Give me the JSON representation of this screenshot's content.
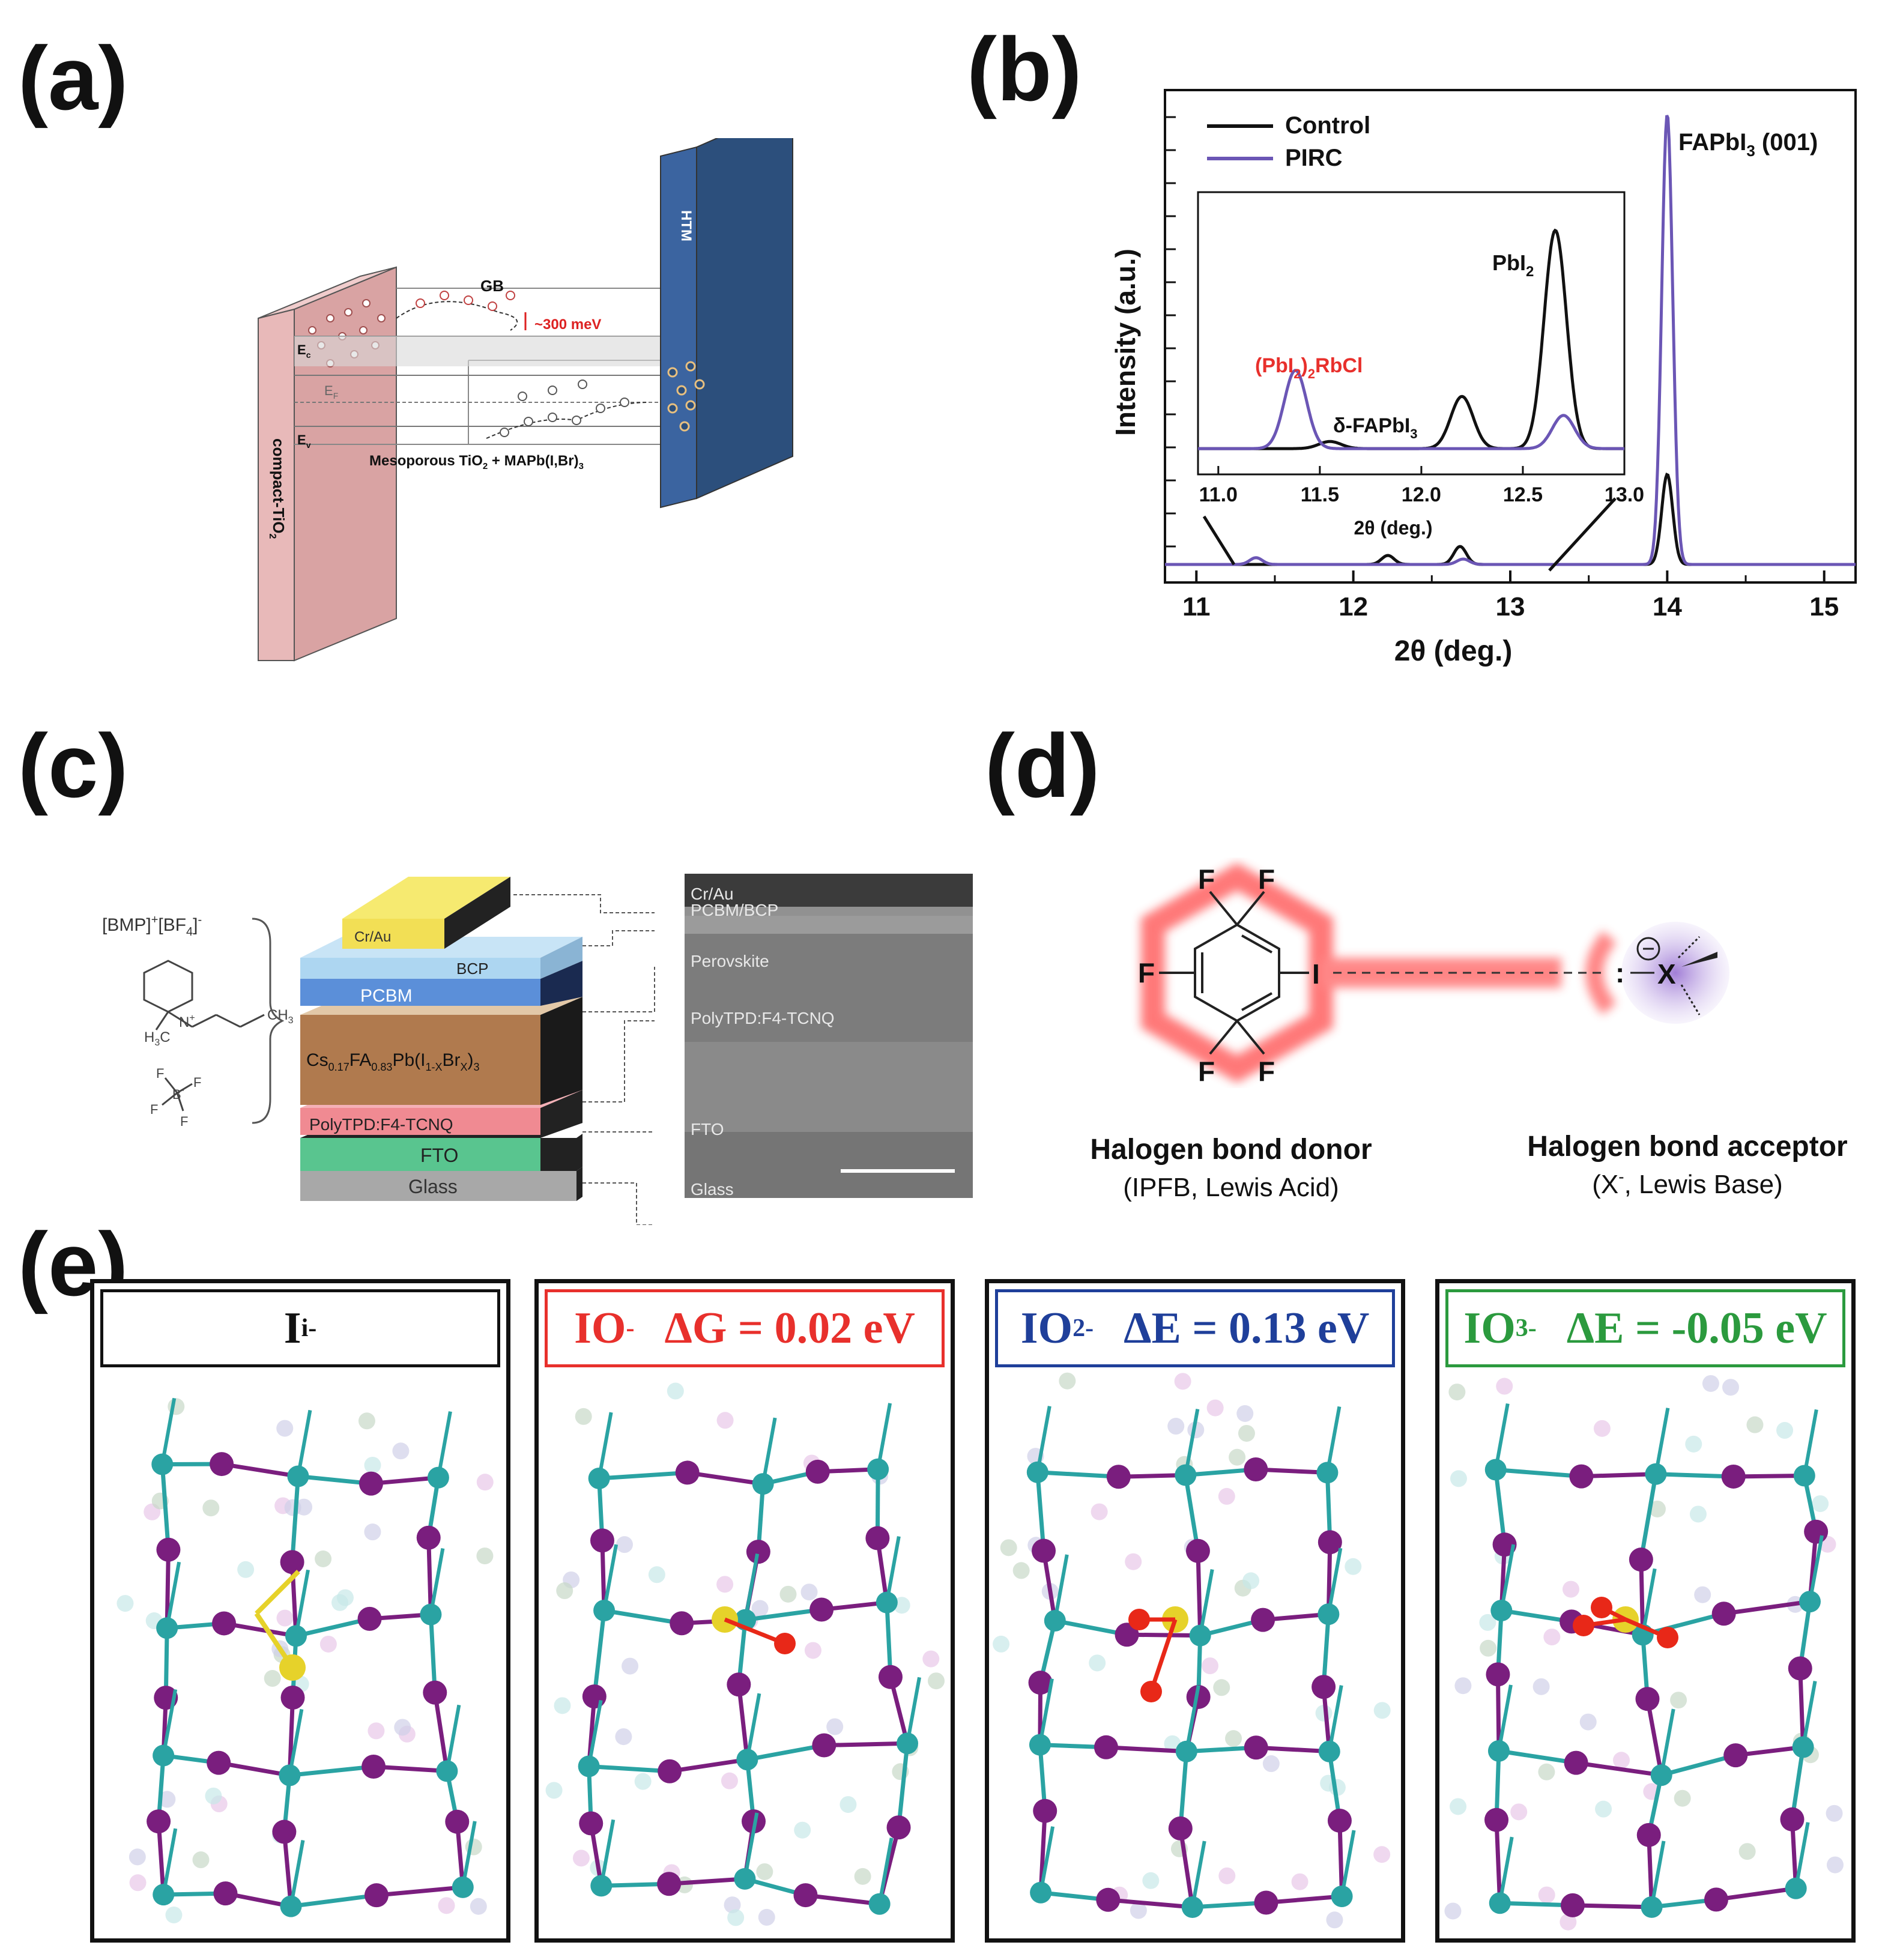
{
  "panels": {
    "a": {
      "letter": "(a)",
      "labels": {
        "compact": "compact-TiO",
        "compact_sub": "2",
        "htm": "HTM",
        "gb": "GB",
        "ec": "E",
        "ec_sub": "c",
        "ef": "E",
        "ef_sub": "F",
        "ev": "E",
        "ev_sub": "v",
        "barrier": "~300 meV",
        "meso": "Mesoporous TiO",
        "meso_sub": "2",
        "meso_rest": " + MAPb(I,Br)",
        "meso_sub2": "3"
      },
      "colors": {
        "compact": "#d9a3a3",
        "htm": "#2c4f7c"
      }
    },
    "b": {
      "letter": "(b)",
      "ylabel": "Intensity (a.u.)",
      "xlabel": "2θ (deg.)",
      "legend": [
        "Control",
        "PIRC"
      ],
      "annotations": {
        "main_peak": "FAPbI",
        "main_peak_sub": "3",
        "main_peak_rest": " (001)",
        "pbi2": "PbI",
        "pbi2_sub": "2",
        "delta": "δ-FAPbI",
        "delta_sub": "3",
        "rbcl": "(PbI",
        "rbcl_sub": "2",
        "rbcl_rest": ")",
        "rbcl_sub2": "2",
        "rbcl_tail": "RbCl"
      },
      "inset_xlabel": "2θ (deg.)"
    },
    "c": {
      "letter": "(c)",
      "bmp_label": "[BMP]",
      "bmp_sup": "+",
      "bf4_label": "[BF",
      "bf4_sub": "4",
      "bf4_tail": "]",
      "bf4_sup": "-",
      "chem": {
        "h3c": "H",
        "h3c_sub": "3",
        "h3c_tail": "C",
        "n": "N",
        "n_sup": "+",
        "ch3": "CH",
        "ch3_sub": "3",
        "f": "F",
        "b": "B",
        "b_sup": "-"
      },
      "layers": {
        "cr_au": "Cr/Au",
        "bcp": "BCP",
        "pcbm": "PCBM",
        "perovskite_a": "Cs",
        "perovskite_a_sub": "0.17",
        "perovskite_b": "FA",
        "perovskite_b_sub": "0.83",
        "perovskite_c": "Pb(I",
        "perovskite_c_sub": "1-X",
        "perovskite_d": "Br",
        "perovskite_d_sub": "X",
        "perovskite_e": ")",
        "perovskite_e_sub": "3",
        "polytpd": "PolyTPD:F4-TCNQ",
        "fto": "FTO",
        "glass": "Glass"
      },
      "sem_labels": [
        "Cr/Au",
        "PCBM/BCP",
        "Perovskite",
        "PolyTPD:F4-TCNQ",
        "FTO",
        "Glass"
      ],
      "colors": {
        "cr_au": "#f2df55",
        "bcp": "#a9d4f0",
        "pcbm": "#5b8fd9",
        "perovskite": "#b07a4e",
        "polytpd": "#f08a92",
        "fto": "#59c58f",
        "glass": "#a8a8a8"
      }
    },
    "d": {
      "letter": "(d)",
      "f": "F",
      "i": "I",
      "x": "X",
      "donor_title": "Halogen bond donor",
      "donor_sub": "(IPFB, Lewis Acid)",
      "acceptor_title": "Halogen bond acceptor",
      "acceptor_sub_a": "(X",
      "acceptor_sub_sup": "-",
      "acceptor_sub_b": ", Lewis Base)"
    },
    "e": {
      "letter": "(e)",
      "frames": [
        {
          "name": "I",
          "sub": "i",
          "sup": "-",
          "energy": "",
          "color": "#111111"
        },
        {
          "name": "IO",
          "sub": "",
          "sup": "-",
          "energy": "ΔG = 0.02 eV",
          "color": "#e8302c"
        },
        {
          "name": "IO",
          "sub": "2",
          "sup": "-",
          "energy": "ΔE = 0.13 eV",
          "color": "#1f3f9a"
        },
        {
          "name": "IO",
          "sub": "3",
          "sup": "-",
          "energy": "ΔE = -0.05 eV",
          "color": "#2b9a3e"
        }
      ],
      "atom_colors": {
        "pb": "#2aa3a3",
        "iodine": "#7a1e7e",
        "i_center": "#e6d22a",
        "oxygen": "#e82818"
      }
    }
  },
  "chart_data": {
    "type": "line",
    "xlabel": "2θ (deg.)",
    "ylabel": "Intensity (a.u.)",
    "xlim": [
      10.8,
      15.2
    ],
    "x_ticks": [
      11,
      12,
      13,
      14,
      15
    ],
    "series": [
      {
        "name": "Control",
        "color": "#111111",
        "peaks": [
          [
            12.22,
            0.02
          ],
          [
            12.68,
            0.04
          ],
          [
            14.0,
            0.2
          ]
        ]
      },
      {
        "name": "PIRC",
        "color": "#6b56b5",
        "peaks": [
          [
            11.38,
            0.015
          ],
          [
            12.7,
            0.012
          ],
          [
            14.0,
            1.0
          ]
        ]
      }
    ],
    "inset": {
      "xlim": [
        10.9,
        13.0
      ],
      "x_ticks": [
        11.0,
        11.5,
        12.0,
        12.5,
        13.0
      ],
      "xlabel": "2θ (deg.)",
      "series": [
        {
          "name": "Control",
          "peaks": [
            [
              11.55,
              0.03
            ],
            [
              12.2,
              0.22
            ],
            [
              12.66,
              0.92
            ]
          ]
        },
        {
          "name": "PIRC",
          "peaks": [
            [
              11.38,
              0.33
            ],
            [
              12.7,
              0.14
            ]
          ]
        }
      ]
    }
  }
}
